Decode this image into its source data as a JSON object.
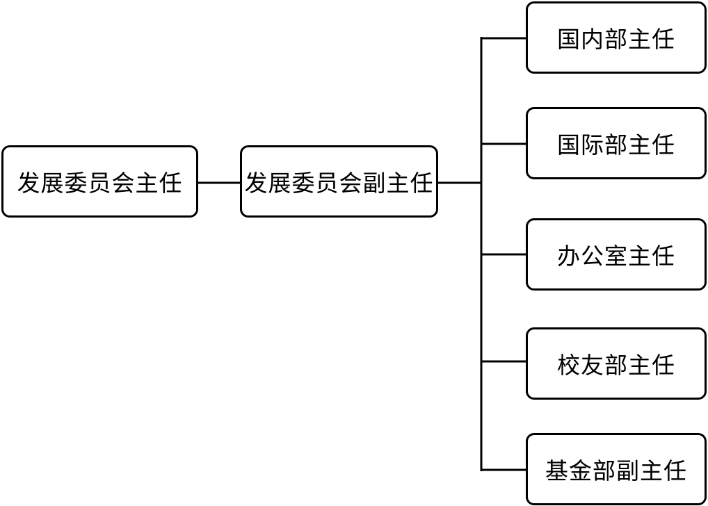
{
  "org_chart": {
    "root": {
      "label": "发展委员会主任"
    },
    "deputy": {
      "label": "发展委员会副主任"
    },
    "departments": [
      {
        "label": "国内部主任"
      },
      {
        "label": "国际部主任"
      },
      {
        "label": "办公室主任"
      },
      {
        "label": "校友部主任"
      },
      {
        "label": "基金部副主任"
      }
    ]
  }
}
